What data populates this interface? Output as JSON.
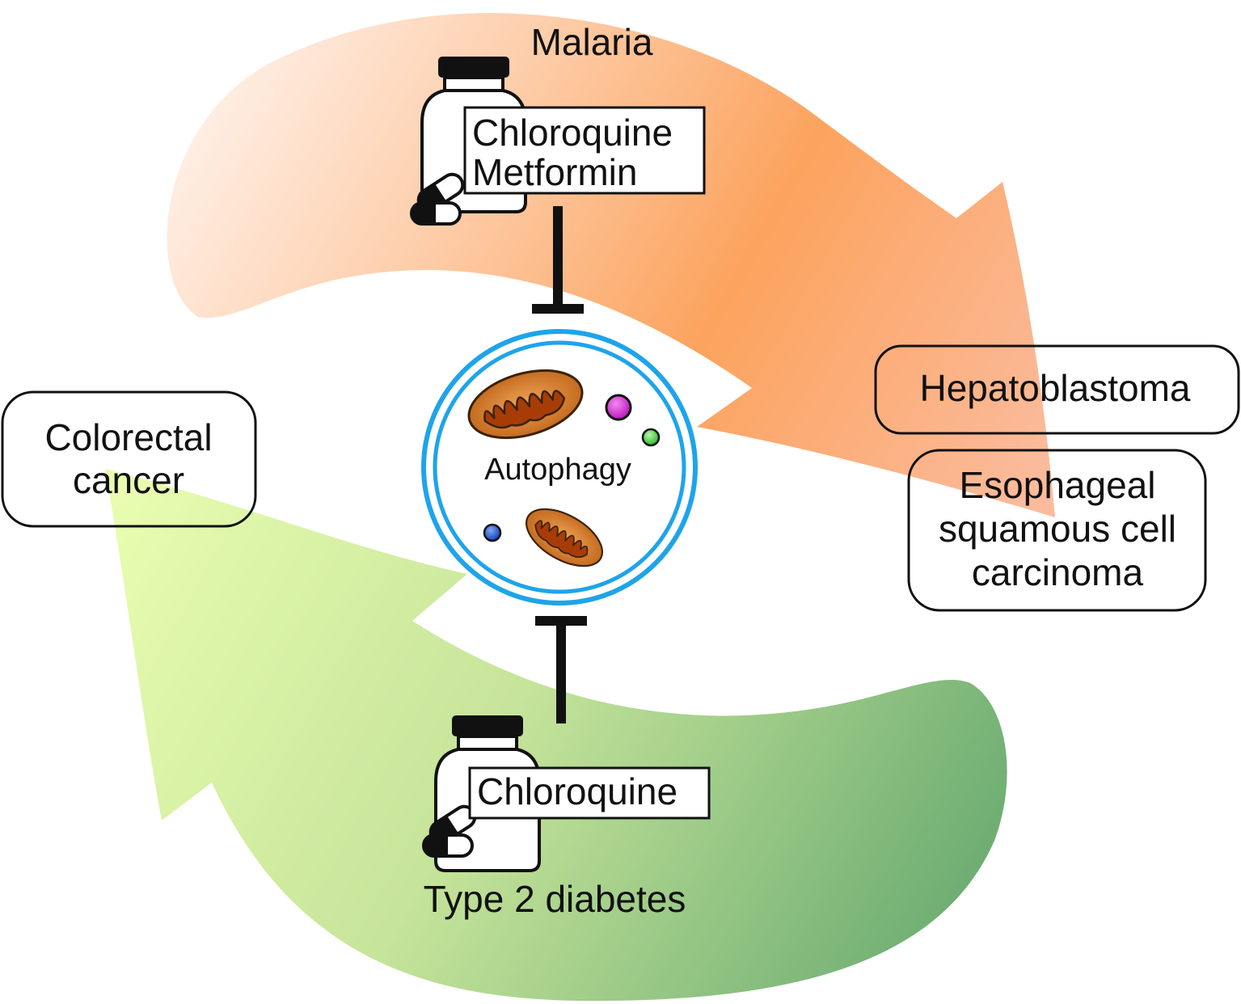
{
  "diagram": {
    "top_condition": "Malaria",
    "top_drugs": [
      "Chloroquine",
      "Metformin"
    ],
    "bottom_condition": "Type 2 diabetes",
    "bottom_drug": "Chloroquine",
    "center_label": "Autophagy",
    "left_targets": [
      {
        "lines": [
          "Colorectal",
          "cancer"
        ]
      }
    ],
    "right_targets": [
      {
        "lines": [
          "Hepatoblastoma"
        ]
      },
      {
        "lines": [
          "Esophageal",
          "squamous cell",
          "carcinoma"
        ]
      }
    ]
  },
  "colors": {
    "top_arrow_light": "#fff2ea",
    "top_arrow_mid": "#fca35e",
    "top_arrow_end": "#fbb494",
    "bottom_arrow_light": "#e4fbaa",
    "bottom_arrow_mid": "#b8d98a",
    "bottom_arrow_dark": "#5ea36b",
    "membrane": "#1ea4ea",
    "mito_outer": "#c9781f",
    "mito_inner": "#a83c07",
    "vesicle_magenta": "#d633d6",
    "vesicle_green": "#4fd14f",
    "vesicle_blue": "#2e63d6"
  },
  "icons": [
    "medicine-bottle-icon",
    "capsule-icon",
    "mitochondrion-icon",
    "vesicle-icon"
  ]
}
